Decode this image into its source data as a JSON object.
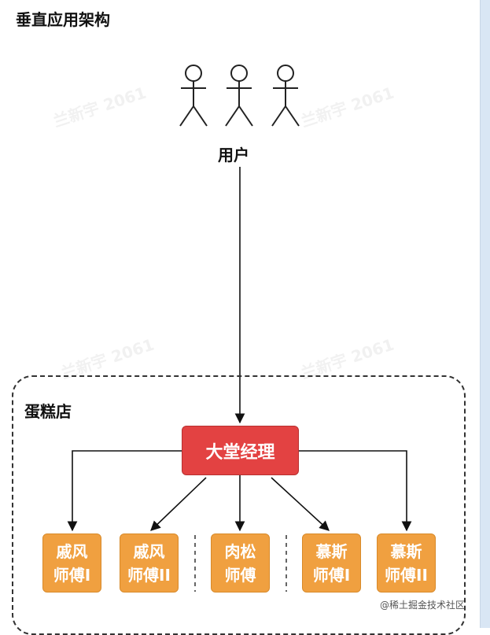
{
  "title": "垂直应用架构",
  "users_label": "用户",
  "shop_label": "蛋糕店",
  "manager_label": "大堂经理",
  "chefs": [
    {
      "line1": "戚风",
      "line2": "师傅I"
    },
    {
      "line1": "戚风",
      "line2": "师傅II"
    },
    {
      "line1": "肉松",
      "line2": "师傅"
    },
    {
      "line1": "慕斯",
      "line2": "师傅I"
    },
    {
      "line1": "慕斯",
      "line2": "师傅II"
    }
  ],
  "watermark": "兰新宇 2061",
  "credit": "@稀土掘金技术社区",
  "colors": {
    "manager": "#e34242",
    "chef": "#f0a040"
  }
}
